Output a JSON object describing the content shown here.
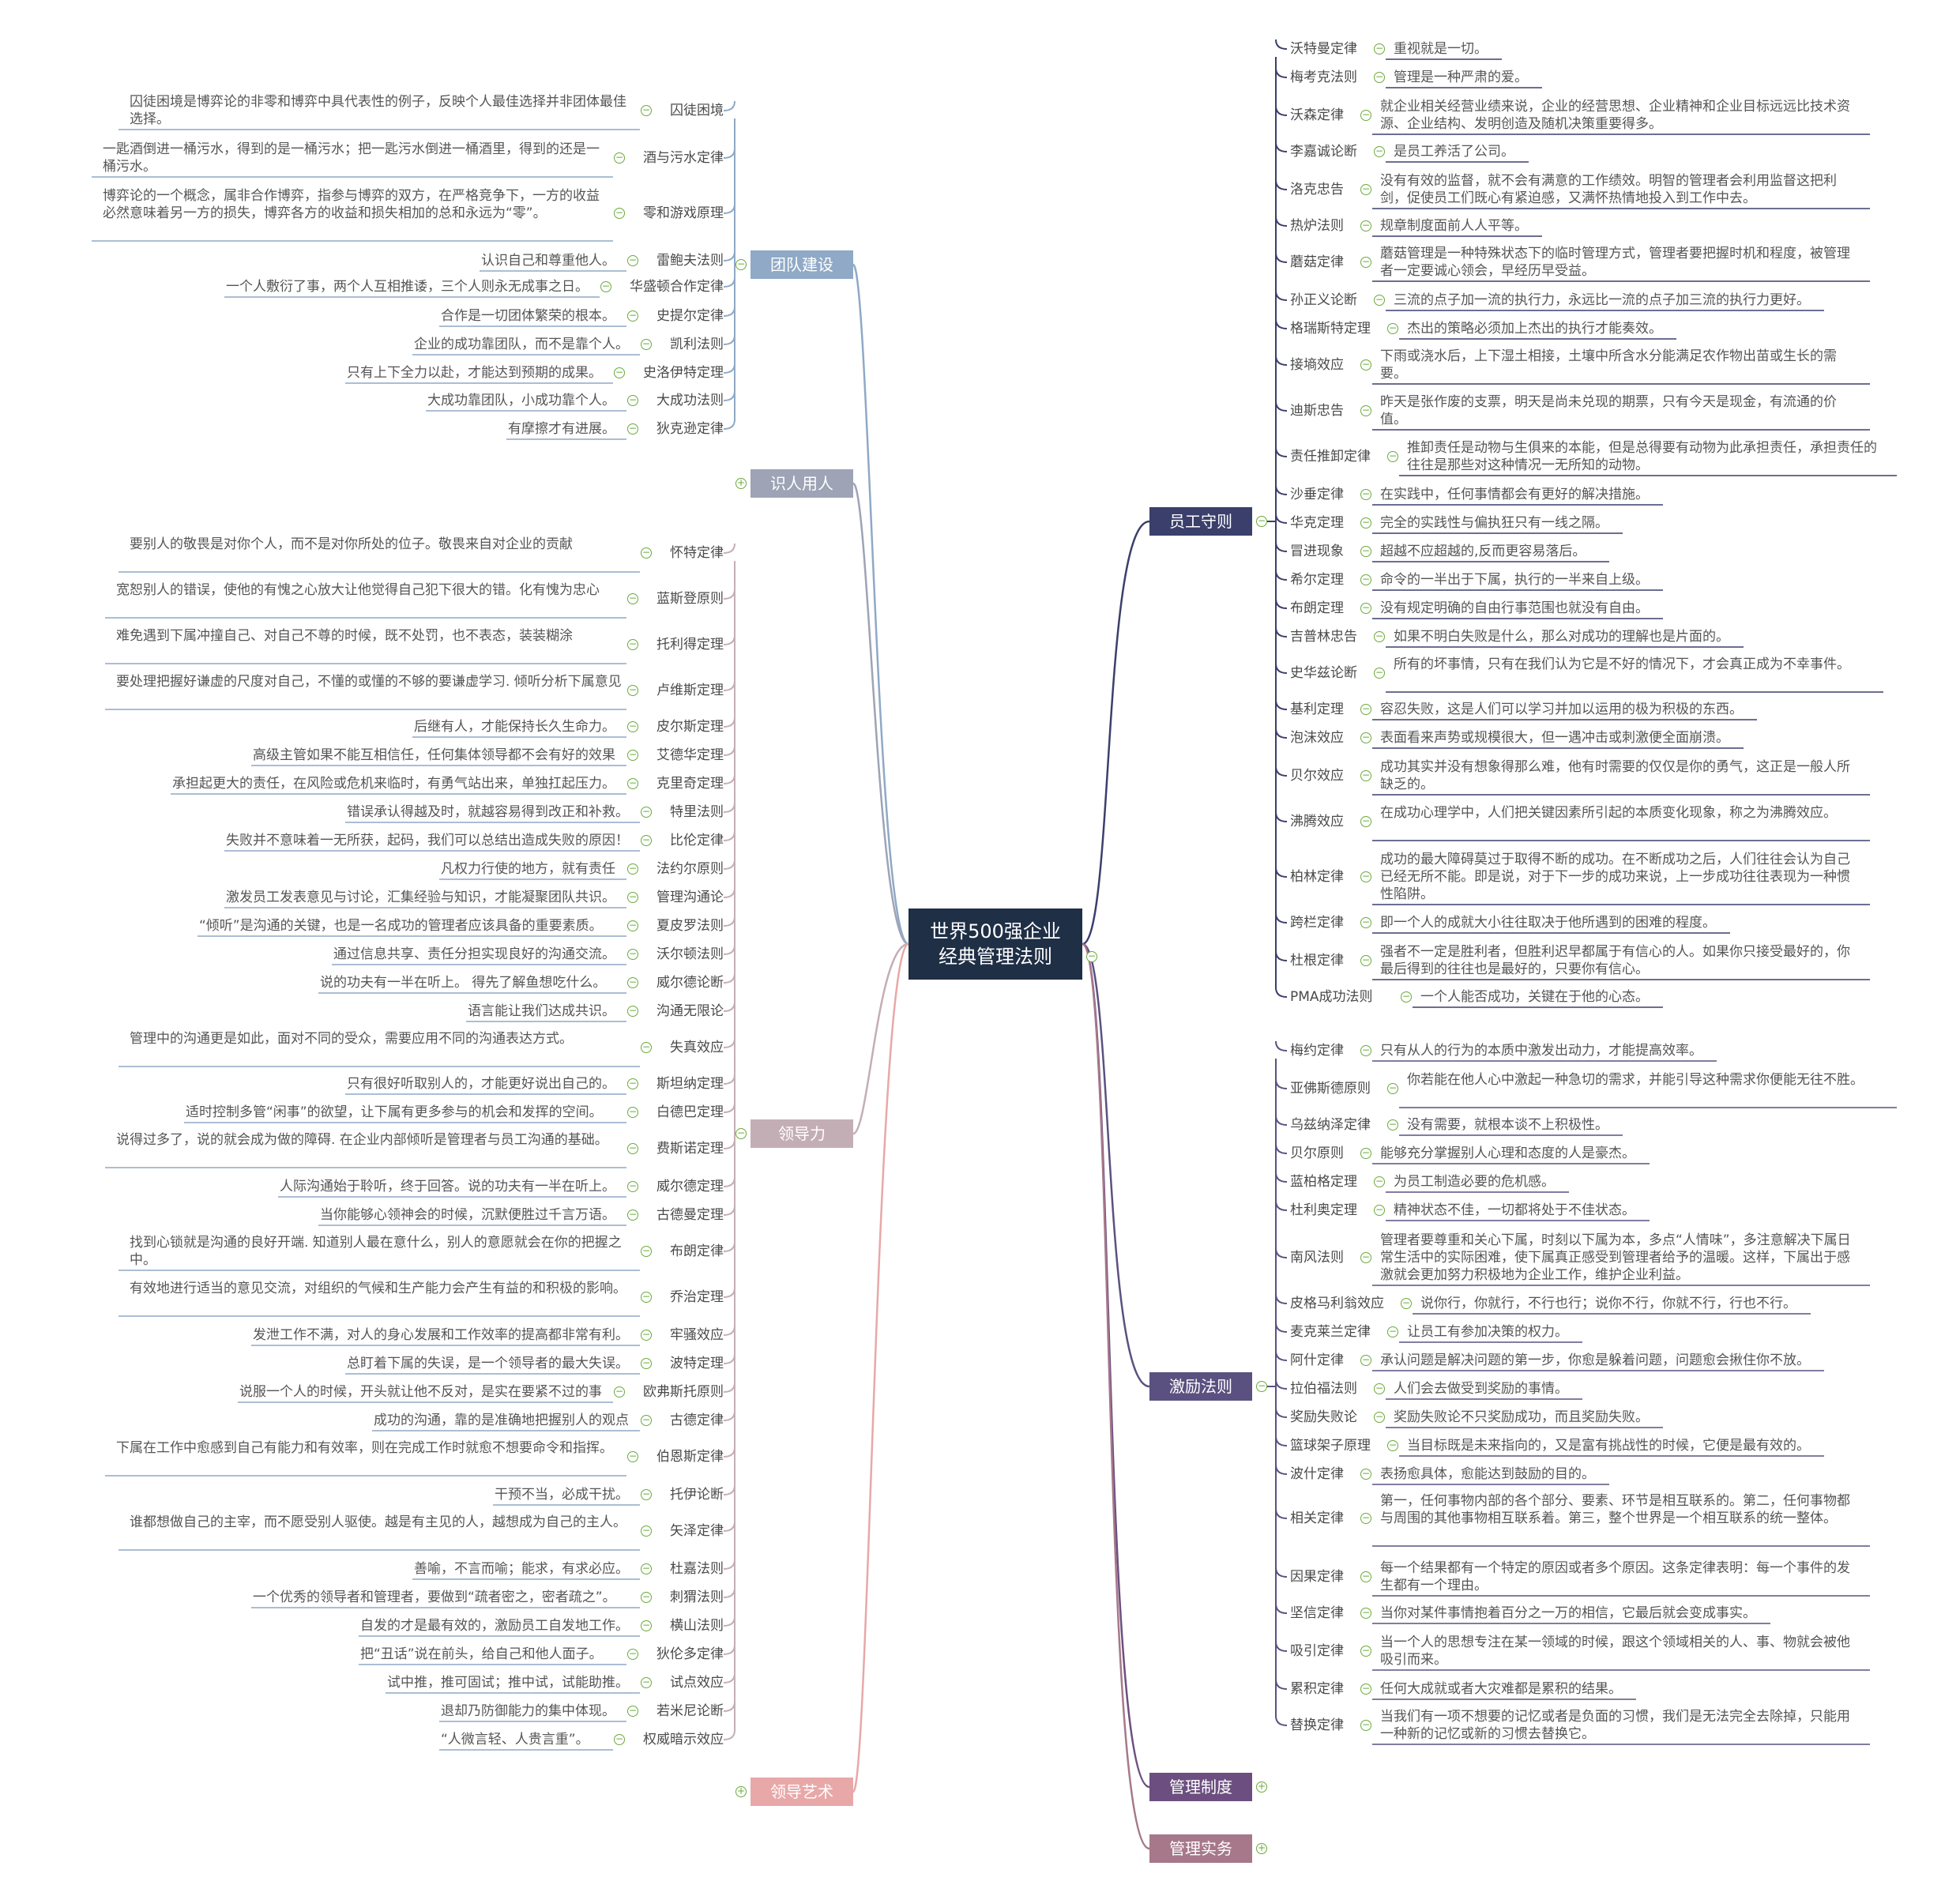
{
  "root": {
    "line1": "世界500强企业",
    "line2": "经典管理法则"
  },
  "colors": {
    "left_team": "#8fa9c6",
    "left_people": "#9ea3b5",
    "left_lead": "#c4aeb5",
    "left_art": "#e8a8a8",
    "right_staff": "#3b3f6b",
    "right_motiv": "#5b5180",
    "right_system": "#6c4f80",
    "right_practice": "#a6788a"
  },
  "left": [
    {
      "label": "团队建设",
      "color": "left_team",
      "items": [
        {
          "name": "囚徒困境",
          "text": "囚徒困境是博弈论的非零和博弈中具代表性的例子，反映个人最佳选择并非团体最佳选择。"
        },
        {
          "name": "酒与污水定律",
          "text": "一匙酒倒进一桶污水，得到的是一桶污水；把一匙污水倒进一桶酒里，得到的还是一桶污水。"
        },
        {
          "name": "零和游戏原理",
          "text": "博弈论的一个概念，属非合作博弈，指参与博弈的双方，在严格竞争下，一方的收益必然意味着另一方的损失，博弈各方的收益和损失相加的总和永远为“零”。"
        },
        {
          "name": "雷鲍夫法则",
          "text": "认识自己和尊重他人。"
        },
        {
          "name": "华盛顿合作定律",
          "text": "一个人敷衍了事，两个人互相推诿，三个人则永无成事之日。"
        },
        {
          "name": "史提尔定律",
          "text": "合作是一切团体繁荣的根本。"
        },
        {
          "name": "凯利法则",
          "text": "企业的成功靠团队，而不是靠个人。"
        },
        {
          "name": "史洛伊特定理",
          "text": "只有上下全力以赴，才能达到预期的成果。"
        },
        {
          "name": "大成功法则",
          "text": "大成功靠团队，小成功靠个人。"
        },
        {
          "name": "狄克逊定律",
          "text": "有摩擦才有进展。"
        }
      ]
    },
    {
      "label": "识人用人",
      "color": "left_people",
      "items": []
    },
    {
      "label": "领导力",
      "color": "left_lead",
      "items": [
        {
          "name": "怀特定律",
          "text": "要别人的敬畏是对你个人，而不是对你所处的位子。敬畏来自对企业的贡献"
        },
        {
          "name": "蓝斯登原则",
          "text": "宽恕别人的错误，使他的有愧之心放大让他觉得自己犯下很大的错。化有愧为忠心"
        },
        {
          "name": "托利得定理",
          "text": "难免遇到下属冲撞自己、对自己不尊的时候，既不处罚，也不表态，装装糊涂"
        },
        {
          "name": "卢维斯定理",
          "text": "要处理把握好谦虚的尺度对自己，不懂的或懂的不够的要谦虚学习. 倾听分析下属意见"
        },
        {
          "name": "皮尔斯定理",
          "text": "后继有人，才能保持长久生命力。"
        },
        {
          "name": "艾德华定理",
          "text": "高级主管如果不能互相信任，任何集体领导都不会有好的效果"
        },
        {
          "name": "克里奇定理",
          "text": "承担起更大的责任，在风险或危机来临时，有勇气站出来，单独扛起压力。"
        },
        {
          "name": "特里法则",
          "text": "错误承认得越及时，就越容易得到改正和补救。"
        },
        {
          "name": "比伦定律",
          "text": "失败并不意味着一无所获，起码，我们可以总结出造成失败的原因！"
        },
        {
          "name": "法约尔原则",
          "text": "凡权力行使的地方，就有责任"
        },
        {
          "name": "管理沟通论",
          "text": "激发员工发表意见与讨论，汇集经验与知识，才能凝聚团队共识。"
        },
        {
          "name": "夏皮罗法则",
          "text": "“倾听”是沟通的关键，也是一名成功的管理者应该具备的重要素质。"
        },
        {
          "name": "沃尔顿法则",
          "text": "通过信息共享、责任分担实现良好的沟通交流。"
        },
        {
          "name": "威尔德论断",
          "text": "说的功夫有一半在听上。 得先了解鱼想吃什么。"
        },
        {
          "name": "沟通无限论",
          "text": "语言能让我们达成共识。"
        },
        {
          "name": "失真效应",
          "text": "管理中的沟通更是如此，面对不同的受众，需要应用不同的沟通表达方式。"
        },
        {
          "name": "斯坦纳定理",
          "text": "只有很好听取别人的，才能更好说出自己的。"
        },
        {
          "name": "白德巴定理",
          "text": "适时控制多管“闲事”的欲望，让下属有更多参与的机会和发挥的空间。"
        },
        {
          "name": "费斯诺定理",
          "text": "说得过多了，说的就会成为做的障碍. 在企业内部倾听是管理者与员工沟通的基础。"
        },
        {
          "name": "威尔德定理",
          "text": "人际沟通始于聆听，终于回答。说的功夫有一半在听上。"
        },
        {
          "name": "古德曼定理",
          "text": "当你能够心领神会的时候，沉默便胜过千言万语。"
        },
        {
          "name": "布朗定律",
          "text": "找到心锁就是沟通的良好开端. 知道别人最在意什么，别人的意愿就会在你的把握之中。"
        },
        {
          "name": "乔治定理",
          "text": "有效地进行适当的意见交流，对组织的气候和生产能力会产生有益的和积极的影响。"
        },
        {
          "name": "牢骚效应",
          "text": "发泄工作不满，对人的身心发展和工作效率的提高都非常有利。"
        },
        {
          "name": "波特定理",
          "text": "总盯着下属的失误，是一个领导者的最大失误。"
        },
        {
          "name": "欧弗斯托原则",
          "text": "说服一个人的时候，开头就让他不反对，是实在要紧不过的事"
        },
        {
          "name": "古德定律",
          "text": "成功的沟通，靠的是准确地把握别人的观点"
        },
        {
          "name": "伯恩斯定律",
          "text": "下属在工作中愈感到自己有能力和有效率，则在完成工作时就愈不想要命令和指挥。"
        },
        {
          "name": "托伊论断",
          "text": "干预不当，必成干扰。"
        },
        {
          "name": "矢泽定律",
          "text": "谁都想做自己的主宰，而不愿受别人驱使。越是有主见的人，越想成为自己的主人。"
        },
        {
          "name": "杜嘉法则",
          "text": "善喻，不言而喻；能求，有求必应。"
        },
        {
          "name": "刺猬法则",
          "text": "一个优秀的领导者和管理者，要做到“疏者密之，密者疏之”。"
        },
        {
          "name": "横山法则",
          "text": "自发的才是最有效的，激励员工自发地工作。"
        },
        {
          "name": "狄伦多定律",
          "text": "把“丑话”说在前头，给自己和他人面子。"
        },
        {
          "name": "试点效应",
          "text": "试中推，推可固试；推中试，试能助推。"
        },
        {
          "name": "若米尼论断",
          "text": "退却乃防御能力的集中体现。"
        },
        {
          "name": "权威暗示效应",
          "text": "“人微言轻、人贵言重”。"
        }
      ]
    },
    {
      "label": "领导艺术",
      "color": "left_art",
      "items": []
    }
  ],
  "right": [
    {
      "label": "员工守则",
      "color": "right_staff",
      "items": [
        {
          "name": "沃特曼定律",
          "text": "重视就是一切。"
        },
        {
          "name": "梅考克法则",
          "text": "管理是一种严肃的爱。"
        },
        {
          "name": "沃森定律",
          "text": "就企业相关经营业绩来说，企业的经营思想、企业精神和企业目标远远比技术资源、企业结构、发明创造及随机决策重要得多。"
        },
        {
          "name": "李嘉诚论断",
          "text": "是员工养活了公司。"
        },
        {
          "name": "洛克忠告",
          "text": "没有有效的监督，就不会有满意的工作绩效。明智的管理者会利用监督这把利剑，促使员工们既心有紧迫感，又满怀热情地投入到工作中去。"
        },
        {
          "name": "热炉法则",
          "text": "规章制度面前人人平等。"
        },
        {
          "name": "蘑菇定律",
          "text": "蘑菇管理是一种特殊状态下的临时管理方式，管理者要把握时机和程度，被管理者一定要诚心领会，早经历早受益。"
        },
        {
          "name": "孙正义论断",
          "text": "三流的点子加一流的执行力，永远比一流的点子加三流的执行力更好。"
        },
        {
          "name": "格瑞斯特定理",
          "text": "杰出的策略必须加上杰出的执行才能奏效。"
        },
        {
          "name": "接墒效应",
          "text": "下雨或浇水后，上下湿土相接，土壤中所含水分能满足农作物出苗或生长的需要。"
        },
        {
          "name": "迪斯忠告",
          "text": "昨天是张作废的支票，明天是尚未兑现的期票，只有今天是现金，有流通的价值。"
        },
        {
          "name": "责任推卸定律",
          "text": "推卸责任是动物与生俱来的本能，但是总得要有动物为此承担责任，承担责任的往往是那些对这种情况一无所知的动物。"
        },
        {
          "name": "沙垂定律",
          "text": "在实践中，任何事情都会有更好的解决措施。"
        },
        {
          "name": "华克定理",
          "text": "完全的实践性与偏执狂只有一线之隔。"
        },
        {
          "name": "冒进现象",
          "text": "超越不应超越的,反而更容易落后。"
        },
        {
          "name": "希尔定理",
          "text": "命令的一半出于下属，执行的一半来自上级。"
        },
        {
          "name": "布朗定理",
          "text": "没有规定明确的自由行事范围也就没有自由。"
        },
        {
          "name": "吉普林忠告",
          "text": "如果不明白失败是什么，那么对成功的理解也是片面的。"
        },
        {
          "name": "史华兹论断",
          "text": "所有的坏事情，只有在我们认为它是不好的情况下，才会真正成为不幸事件。"
        },
        {
          "name": "基利定理",
          "text": "容忍失败，这是人们可以学习并加以运用的极为积极的东西。"
        },
        {
          "name": "泡沫效应",
          "text": "表面看来声势或规模很大，但一遇冲击或刺激便全面崩溃。"
        },
        {
          "name": "贝尔效应",
          "text": "成功其实并没有想象得那么难，他有时需要的仅仅是你的勇气，这正是一般人所缺乏的。"
        },
        {
          "name": "沸腾效应",
          "text": "在成功心理学中，人们把关键因素所引起的本质变化现象，称之为沸腾效应。"
        },
        {
          "name": "柏林定律",
          "text": "成功的最大障碍莫过于取得不断的成功。在不断成功之后，人们往往会认为自己已经无所不能。即是说，对于下一步的成功来说，上一步成功往往表现为一种惯性陷阱。"
        },
        {
          "name": "跨栏定律",
          "text": "即一个人的成就大小往往取决于他所遇到的困难的程度。"
        },
        {
          "name": "杜根定律",
          "text": "强者不一定是胜利者，但胜利迟早都属于有信心的人。如果你只接受最好的，你最后得到的往往也是最好的，只要你有信心。"
        },
        {
          "name": "PMA成功法则",
          "text": "一个人能否成功，关键在于他的心态。"
        }
      ]
    },
    {
      "label": "激励法则",
      "color": "right_motiv",
      "items": [
        {
          "name": "梅约定律",
          "text": "只有从人的行为的本质中激发出动力，才能提高效率。"
        },
        {
          "name": "亚佛斯德原则",
          "text": "你若能在他人心中激起一种急切的需求，并能引导这种需求你便能无往不胜。"
        },
        {
          "name": "乌兹纳泽定律",
          "text": "没有需要，就根本谈不上积极性。"
        },
        {
          "name": "贝尔原则",
          "text": "能够充分掌握别人心理和态度的人是豪杰。"
        },
        {
          "name": "蓝柏格定理",
          "text": "为员工制造必要的危机感。"
        },
        {
          "name": "杜利奥定理",
          "text": "精神状态不佳，一切都将处于不佳状态。"
        },
        {
          "name": "南风法则",
          "text": "管理者要尊重和关心下属，时刻以下属为本，多点“人情味”，多注意解决下属日常生活中的实际困难，使下属真正感受到管理者给予的温暖。这样，下属出于感激就会更加努力积极地为企业工作，维护企业利益。"
        },
        {
          "name": "皮格马利翁效应",
          "text": "说你行，你就行，不行也行；说你不行，你就不行，行也不行。"
        },
        {
          "name": "麦克莱兰定律",
          "text": "让员工有参加决策的权力。"
        },
        {
          "name": "阿什定律",
          "text": "承认问题是解决问题的第一步，你愈是躲着问题，问题愈会揪住你不放。"
        },
        {
          "name": "拉伯福法则",
          "text": "人们会去做受到奖励的事情。"
        },
        {
          "name": "奖励失败论",
          "text": "奖励失败论不只奖励成功，而且奖励失败。"
        },
        {
          "name": "篮球架子原理",
          "text": "当目标既是未来指向的，又是富有挑战性的时候，它便是最有效的。"
        },
        {
          "name": "波什定律",
          "text": "表扬愈具体，愈能达到鼓励的目的。"
        },
        {
          "name": "相关定律",
          "text": "第一，任何事物内部的各个部分、要素、环节是相互联系的。第二，任何事物都与周围的其他事物相互联系着。第三，整个世界是一个相互联系的统一整体。"
        },
        {
          "name": "因果定律",
          "text": "每一个结果都有一个特定的原因或者多个原因。这条定律表明：每一个事件的发生都有一个理由。"
        },
        {
          "name": "坚信定律",
          "text": "当你对某件事情抱着百分之一万的相信，它最后就会变成事实。"
        },
        {
          "name": "吸引定律",
          "text": "当一个人的思想专注在某一领域的时候，跟这个领域相关的人、事、物就会被他吸引而来。"
        },
        {
          "name": "累积定律",
          "text": "任何大成就或者大灾难都是累积的结果。"
        },
        {
          "name": "替换定律",
          "text": "当我们有一项不想要的记忆或者是负面的习惯，我们是无法完全去除掉，只能用一种新的记忆或新的习惯去替换它。"
        }
      ]
    },
    {
      "label": "管理制度",
      "color": "right_system",
      "items": []
    },
    {
      "label": "管理实务",
      "color": "right_practice",
      "items": []
    }
  ]
}
